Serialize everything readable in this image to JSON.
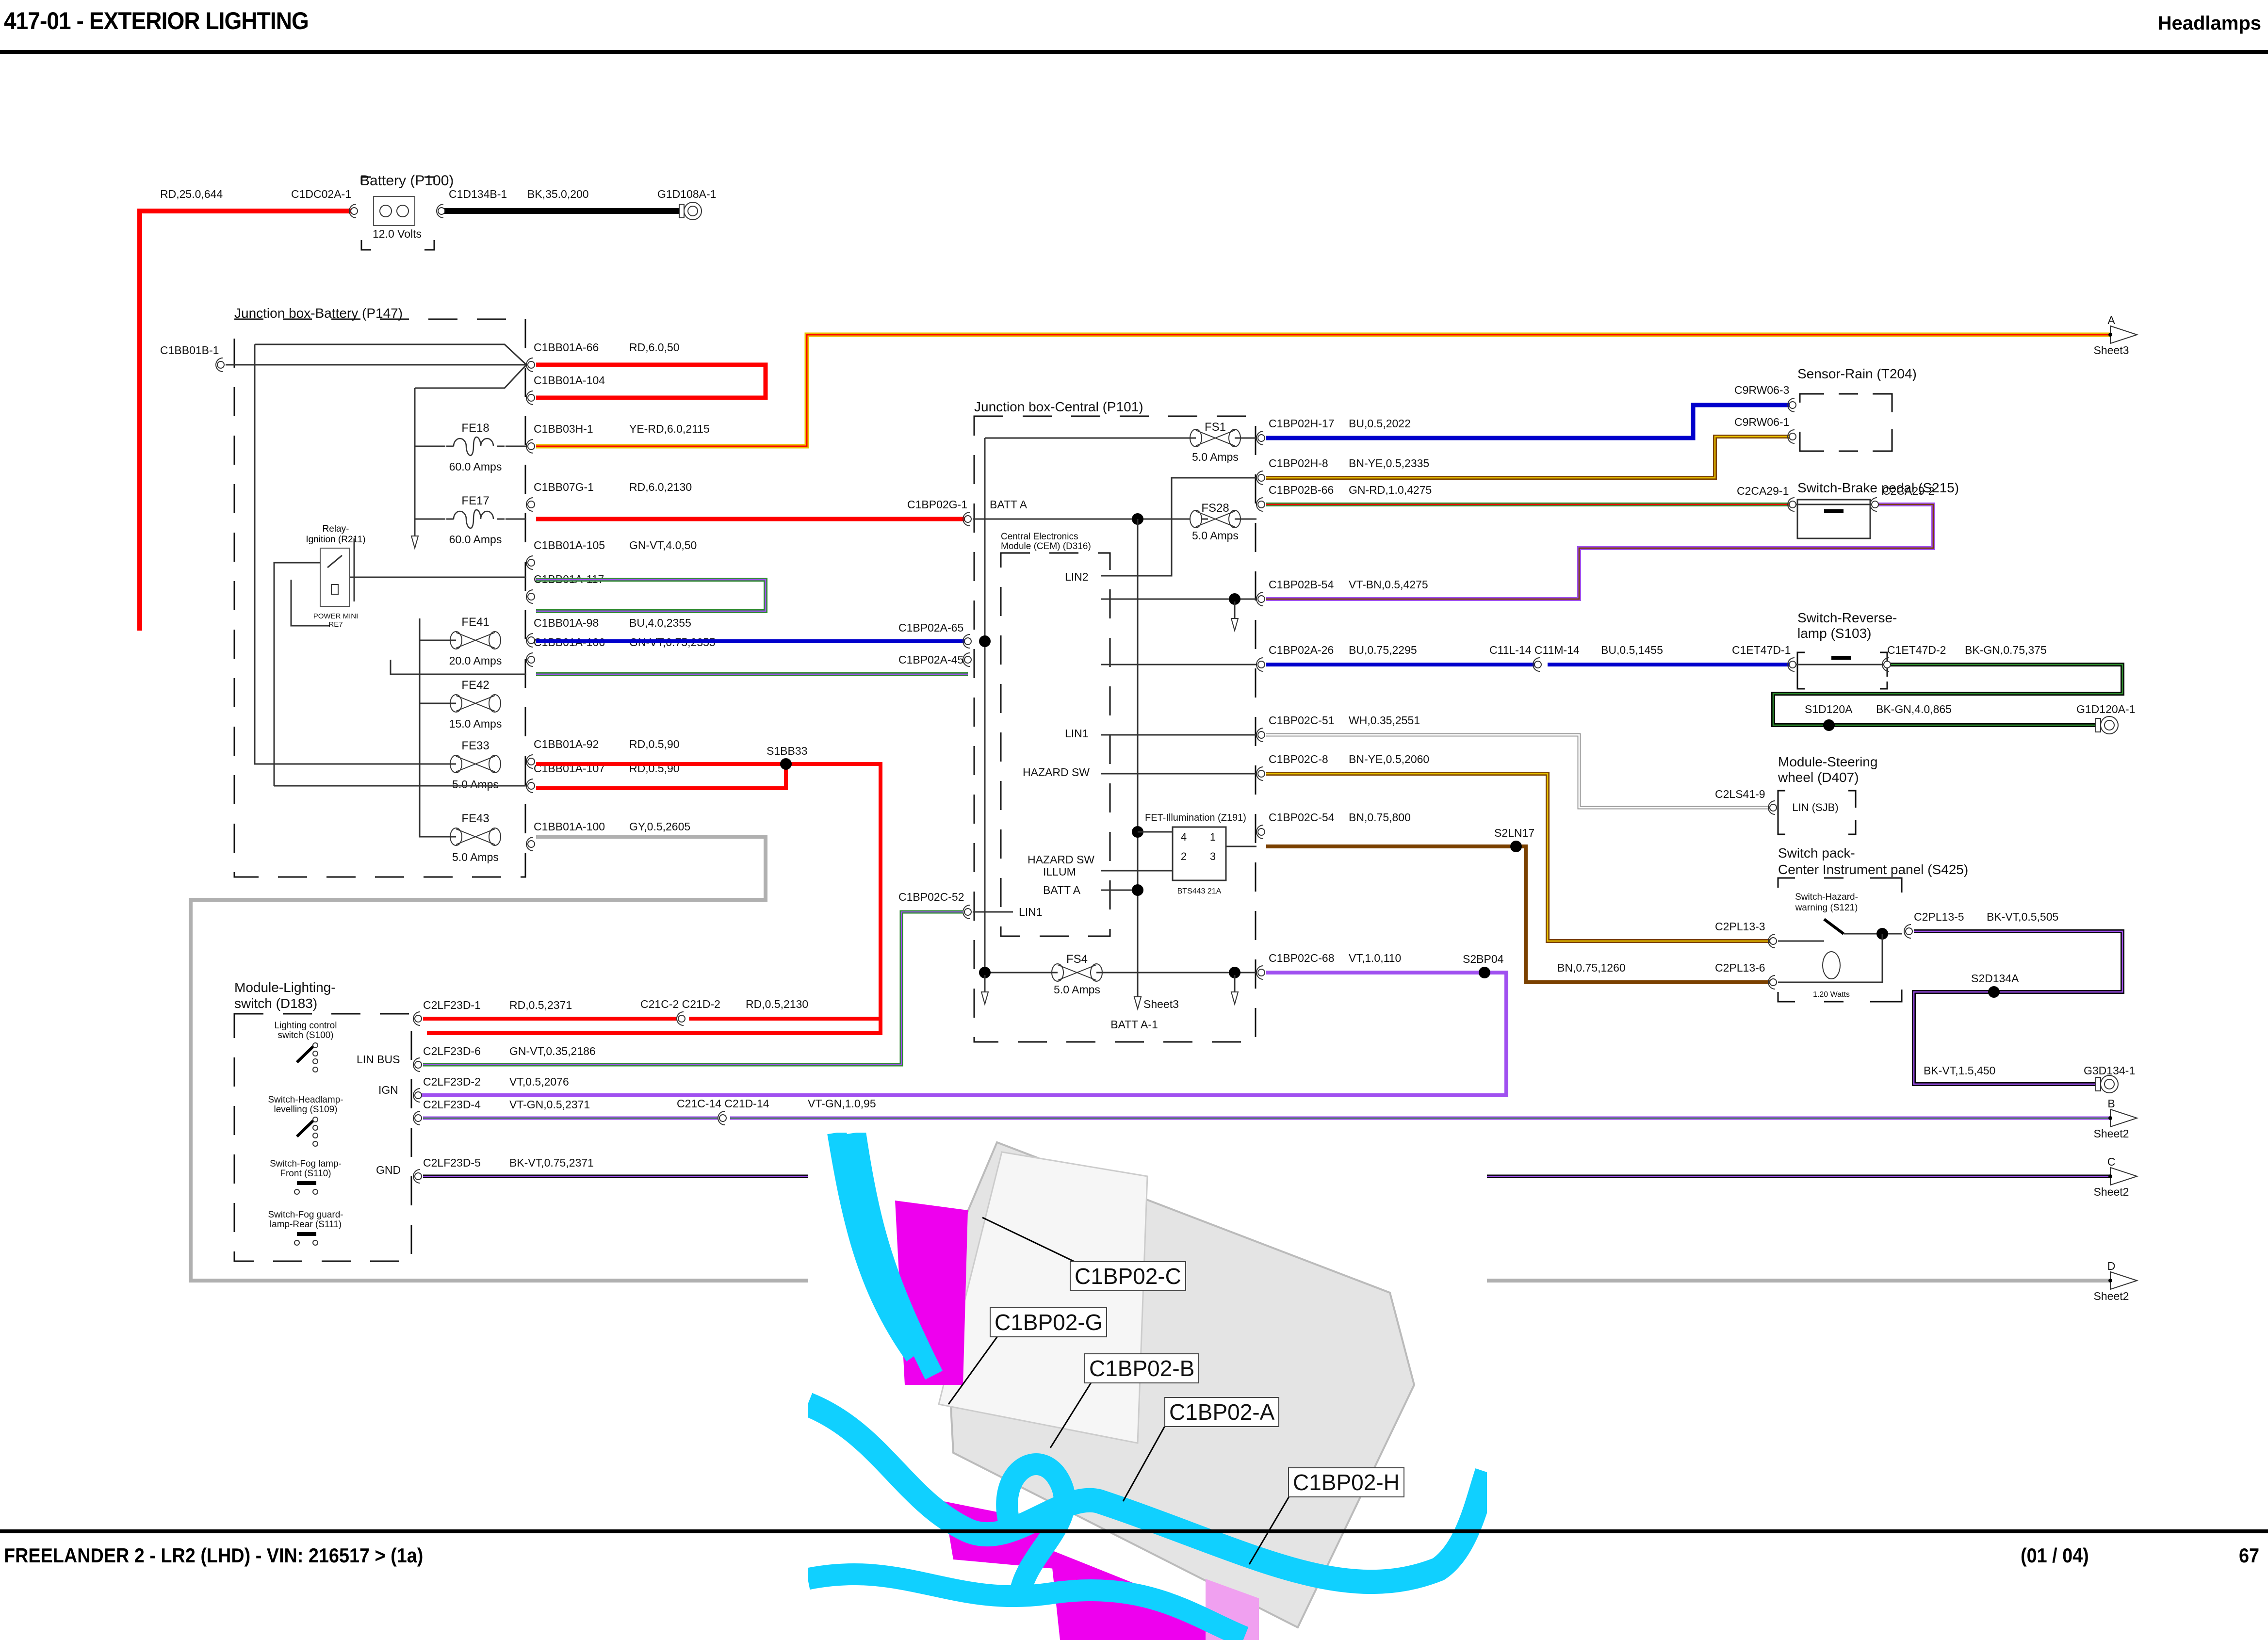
{
  "header": {
    "title": "417-01 - EXTERIOR LIGHTING",
    "section": "Headlamps"
  },
  "footer": {
    "vehicle": "FREELANDER 2 - LR2  (LHD) - VIN: 216517 >  (1a)",
    "sheet": "(01 / 04)",
    "page": "67"
  },
  "wire_colors": {
    "RD": "#ff0000",
    "BK": "#000000",
    "BU": "#0000cc",
    "GN": "#2e8b2e",
    "VT": "#a050f0",
    "YE": "#e8c000",
    "BN": "#7a4000",
    "GY": "#b0b0b0",
    "WH": "#ffffff",
    "OG": "#d08020"
  },
  "components": {
    "battery": {
      "name": "Battery (P100)",
      "voltage": "12.0 Volts",
      "pin_pos": "C1DC02A-1",
      "pin_neg": "C1D134B-1",
      "wire_in": "RD,25.0,644",
      "wire_gnd": "BK,35.0,200",
      "ground": "G1D108A-1"
    },
    "jb_battery": {
      "name": "Junction box-Battery (P147)",
      "input_pin": "C1BB01B-1",
      "relay": "Relay-\nIgnition (R211)",
      "relay_type1": "POWER MINI",
      "relay_type2": "RE7"
    },
    "jb_central": {
      "name": "Junction box-Central (P101)",
      "batt_a": "BATT A",
      "batt_a_pin": "C1BP02G-1",
      "batt_a1": "BATT A-1",
      "sheet3": "Sheet3"
    },
    "cem": {
      "name1": "Central Electronics",
      "name2": "Module (CEM) (D316)",
      "lin2": "LIN2",
      "lin1": "LIN1",
      "hazard_sw": "HAZARD SW",
      "hazard_illum1": "HAZARD SW",
      "hazard_illum2": "ILLUM",
      "batt_a": "BATT A",
      "lin1b": "LIN1"
    },
    "fet": {
      "name": "FET-Illumination (Z191)",
      "part": "BTS443 21A",
      "pins": [
        "4",
        "1",
        "2",
        "3"
      ]
    },
    "sensor_rain": {
      "name": "Sensor-Rain (T204)",
      "pin3": "C9RW06-3",
      "pin1": "C9RW06-1"
    },
    "brake_switch": {
      "name": "Switch-Brake pedal (S215)",
      "pin1": "C2CA29-1",
      "pin2": "C2CA29-2"
    },
    "reverse_switch": {
      "name1": "Switch-Reverse-",
      "name2": "lamp (S103)",
      "pin1": "C1ET47D-1",
      "pin2": "C1ET47D-2",
      "wire": "BK-GN,0.75,375"
    },
    "ground_reverse": {
      "splice": "S1D120A",
      "wire": "BK-GN,4.0,865",
      "ground": "G1D120A-1"
    },
    "steering_module": {
      "name1": "Module-Steering",
      "name2": "wheel (D407)",
      "pin": "C2LS41-9",
      "inner": "LIN (SJB)"
    },
    "switch_pack": {
      "name1": "Switch pack-",
      "name2": "Center Instrument panel (S425)",
      "hazard1": "Switch-Hazard-",
      "hazard2": "warning (S121)",
      "pin3": "C2PL13-3",
      "pin6": "C2PL13-6",
      "pin5": "C2PL13-5",
      "wire5": "BK-VT,0.5,505",
      "lamp": "1.20 Watts",
      "splice": "S2D134A",
      "gnd_wire": "BK-VT,1.5,450",
      "ground": "G3D134-1",
      "bn_wire": "BN,0.75,1260"
    },
    "lighting_module": {
      "name1": "Module-Lighting-",
      "name2": "switch (D183)",
      "switches": [
        {
          "l1": "Lighting control",
          "l2": "switch (S100)"
        },
        {
          "l1": "Switch-Headlamp-",
          "l2": "levelling (S109)"
        },
        {
          "l1": "Switch-Fog lamp-",
          "l2": "Front (S110)"
        },
        {
          "l1": "Switch-Fog guard-",
          "l2": "lamp-Rear (S111)"
        }
      ],
      "pin_labels": [
        "LIN BUS",
        "IGN",
        "GND"
      ]
    }
  },
  "fuses": [
    {
      "id": "FE18",
      "rating": "60.0 Amps"
    },
    {
      "id": "FE17",
      "rating": "60.0 Amps"
    },
    {
      "id": "FE41",
      "rating": "20.0 Amps"
    },
    {
      "id": "FE42",
      "rating": "15.0 Amps"
    },
    {
      "id": "FE33",
      "rating": "5.0 Amps"
    },
    {
      "id": "FE43",
      "rating": "5.0 Amps"
    },
    {
      "id": "FS1",
      "rating": "5.0 Amps"
    },
    {
      "id": "FS28",
      "rating": "5.0 Amps"
    },
    {
      "id": "FS4",
      "rating": "5.0 Amps"
    }
  ],
  "jb_battery_pins": [
    {
      "pin": "C1BB01A-66",
      "wire": "RD,6.0,50"
    },
    {
      "pin": "C1BB01A-104",
      "wire": ""
    },
    {
      "pin": "C1BB03H-1",
      "wire": "YE-RD,6.0,2115"
    },
    {
      "pin": "C1BB07G-1",
      "wire": "RD,6.0,2130"
    },
    {
      "pin": "C1BB01A-105",
      "wire": "GN-VT,4.0,50"
    },
    {
      "pin": "C1BB01A-117",
      "wire": ""
    },
    {
      "pin": "C1BB01A-98",
      "wire": "BU,4.0,2355"
    },
    {
      "pin": "C1BB01A-106",
      "wire": "GN-VT,0.75,2355"
    },
    {
      "pin": "C1BB01A-92",
      "wire": "RD,0.5,90"
    },
    {
      "pin": "C1BB01A-107",
      "wire": "RD,0.5,90"
    },
    {
      "pin": "C1BB01A-100",
      "wire": "GY,0.5,2605"
    }
  ],
  "jb_central_pins": [
    {
      "pin": "C1BP02H-17",
      "wire": "BU,0.5,2022"
    },
    {
      "pin": "C1BP02H-8",
      "wire": "BN-YE,0.5,2335"
    },
    {
      "pin": "C1BP02B-66",
      "wire": "GN-RD,1.0,4275"
    },
    {
      "pin": "C1BP02B-54",
      "wire": "VT-BN,0.5,4275"
    },
    {
      "pin": "C1BP02A-26",
      "wire": "BU,0.75,2295"
    },
    {
      "pin": "C1BP02C-51",
      "wire": "WH,0.35,2551"
    },
    {
      "pin": "C1BP02C-8",
      "wire": "BN-YE,0.5,2060"
    },
    {
      "pin": "C1BP02C-54",
      "wire": "BN,0.75,800"
    },
    {
      "pin": "C1BP02C-68",
      "wire": "VT,1.0,110"
    }
  ],
  "jb_central_left_pins": [
    "C1BP02A-65",
    "C1BP02A-45",
    "C1BP02C-52"
  ],
  "inline_connectors": [
    {
      "id": "C11L-14 C11M-14",
      "wire": "BU,0.5,1455"
    },
    {
      "id": "C21C-2 C21D-2",
      "wire": "RD,0.5,2130"
    },
    {
      "id": "C21C-14 C21D-14",
      "wire": "VT-GN,1.0,95"
    }
  ],
  "splices": [
    "S1BB33",
    "S2LN17",
    "S2BP04"
  ],
  "lighting_pins": [
    {
      "pin": "C2LF23D-1",
      "wire": "RD,0.5,2371"
    },
    {
      "pin": "C2LF23D-6",
      "wire": "GN-VT,0.35,2186"
    },
    {
      "pin": "C2LF23D-2",
      "wire": "VT,0.5,2076"
    },
    {
      "pin": "C2LF23D-4",
      "wire": "VT-GN,0.5,2371"
    },
    {
      "pin": "C2LF23D-5",
      "wire": "BK-VT,0.75,2371"
    }
  ],
  "offpage": [
    {
      "letter": "A",
      "sheet": "Sheet3"
    },
    {
      "letter": "B",
      "sheet": "Sheet2"
    },
    {
      "letter": "C",
      "sheet": "Sheet2"
    },
    {
      "letter": "D",
      "sheet": "Sheet2"
    }
  ],
  "photo_callouts": [
    "C1BP02-C",
    "C1BP02-G",
    "C1BP02-B",
    "C1BP02-A",
    "C1BP02-H"
  ]
}
